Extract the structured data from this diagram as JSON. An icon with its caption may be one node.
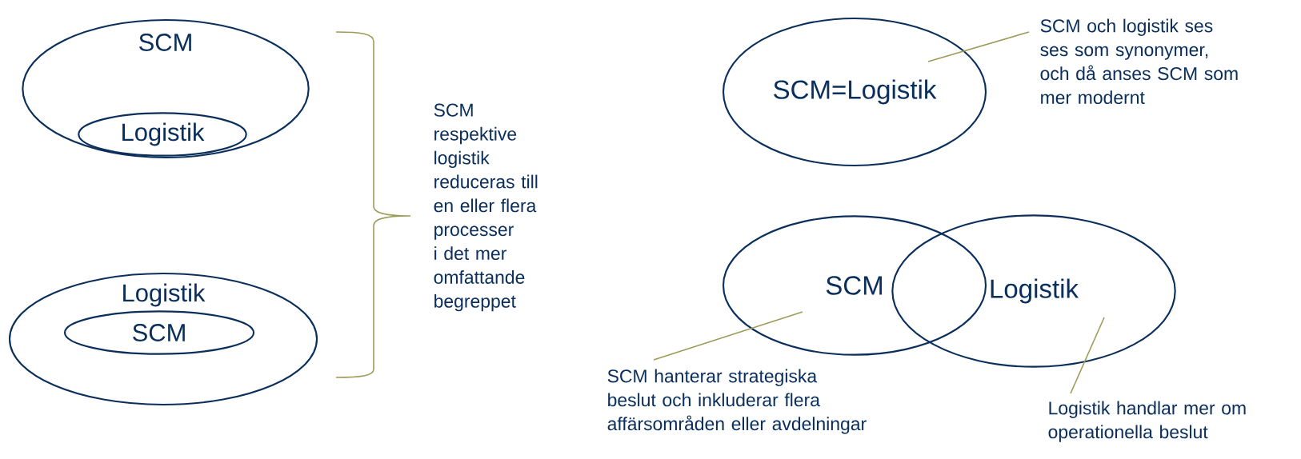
{
  "diagram": {
    "nodes": [
      {
        "text": [
          "SCM"
        ]
      },
      {
        "text": [
          "Logistik"
        ],
        "in": 0
      },
      {
        "text": [
          "Logistik"
        ]
      },
      {
        "text": [
          "SCM"
        ],
        "in": 2
      },
      {
        "text": [
          "SCM=Logistik"
        ]
      },
      {
        "text": [
          "SCM och logistik ses ses som synonymer, och då anses SCM som mer modernt"
        ]
      },
      {
        "text": [
          "SCM"
        ]
      },
      {
        "text": [
          "Logistik"
        ]
      },
      {
        "text": [
          "SCM hanterar strategiska beslut och inkluderar flera affärsområden eller avdelningar"
        ]
      },
      {
        "text": [
          "Logistik handlar mer om operationella beslut"
        ]
      }
    ],
    "edges": [
      {
        "from": 5,
        "to": 4,
        "arrow": "none"
      },
      {
        "from": 8,
        "to": 6,
        "arrow": "none"
      },
      {
        "from": 9,
        "to": 7,
        "arrow": "none"
      }
    ],
    "labels": [
      "SCM respektive logistik reduceras till en eller flera processer i det mer omfattande begreppet"
    ]
  }
}
